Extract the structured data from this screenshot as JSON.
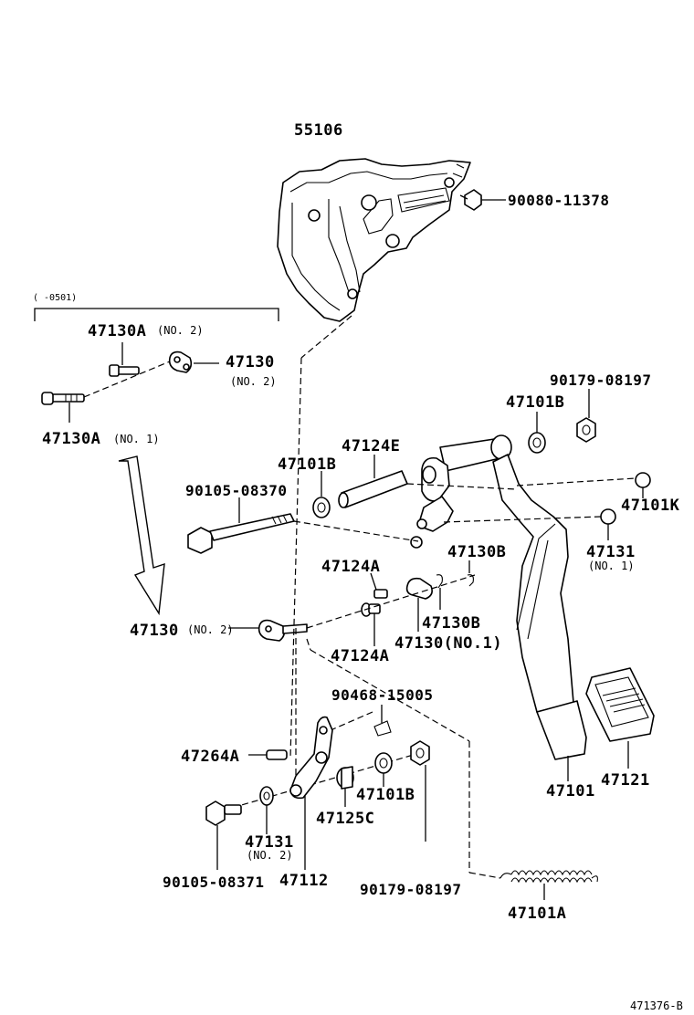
{
  "diagram_code": "471376-B",
  "range_note": "(    -0501)",
  "parts": {
    "p55106": "55106",
    "p90080_11378": "90080-11378",
    "p47130A_no2": "47130A",
    "note_no2_a": "(NO. 2)",
    "p47130_top": "47130",
    "note_no2_b": "(NO. 2)",
    "p47130A_no1": "47130A",
    "note_no1_a": "(NO. 1)",
    "p90179_08197_top": "90179-08197",
    "p47101B_top": "47101B",
    "p47124E": "47124E",
    "p47101B_mid": "47101B",
    "p90105_08370": "90105-08370",
    "p47101K": "47101K",
    "p47131_right": "47131",
    "note_no1_b": "(NO. 1)",
    "p47124A_top": "47124A",
    "p47130B_top": "47130B",
    "p47130_mid": "47130",
    "note_no2_c": "(NO. 2)",
    "p47130B_mid": "47130B",
    "p47130_no1": "47130(NO.1)",
    "p47124A_bot": "47124A",
    "p90468_15005": "90468-15005",
    "p47264A": "47264A",
    "p47101B_bot": "47101B",
    "p47125C": "47125C",
    "p47131_left": "47131",
    "note_no2_d": "(NO. 2)",
    "p90105_08371": "90105-08371",
    "p47112": "47112",
    "p90179_08197_bot": "90179-08197",
    "p47101A": "47101A",
    "p47101": "47101",
    "p47121": "47121"
  }
}
